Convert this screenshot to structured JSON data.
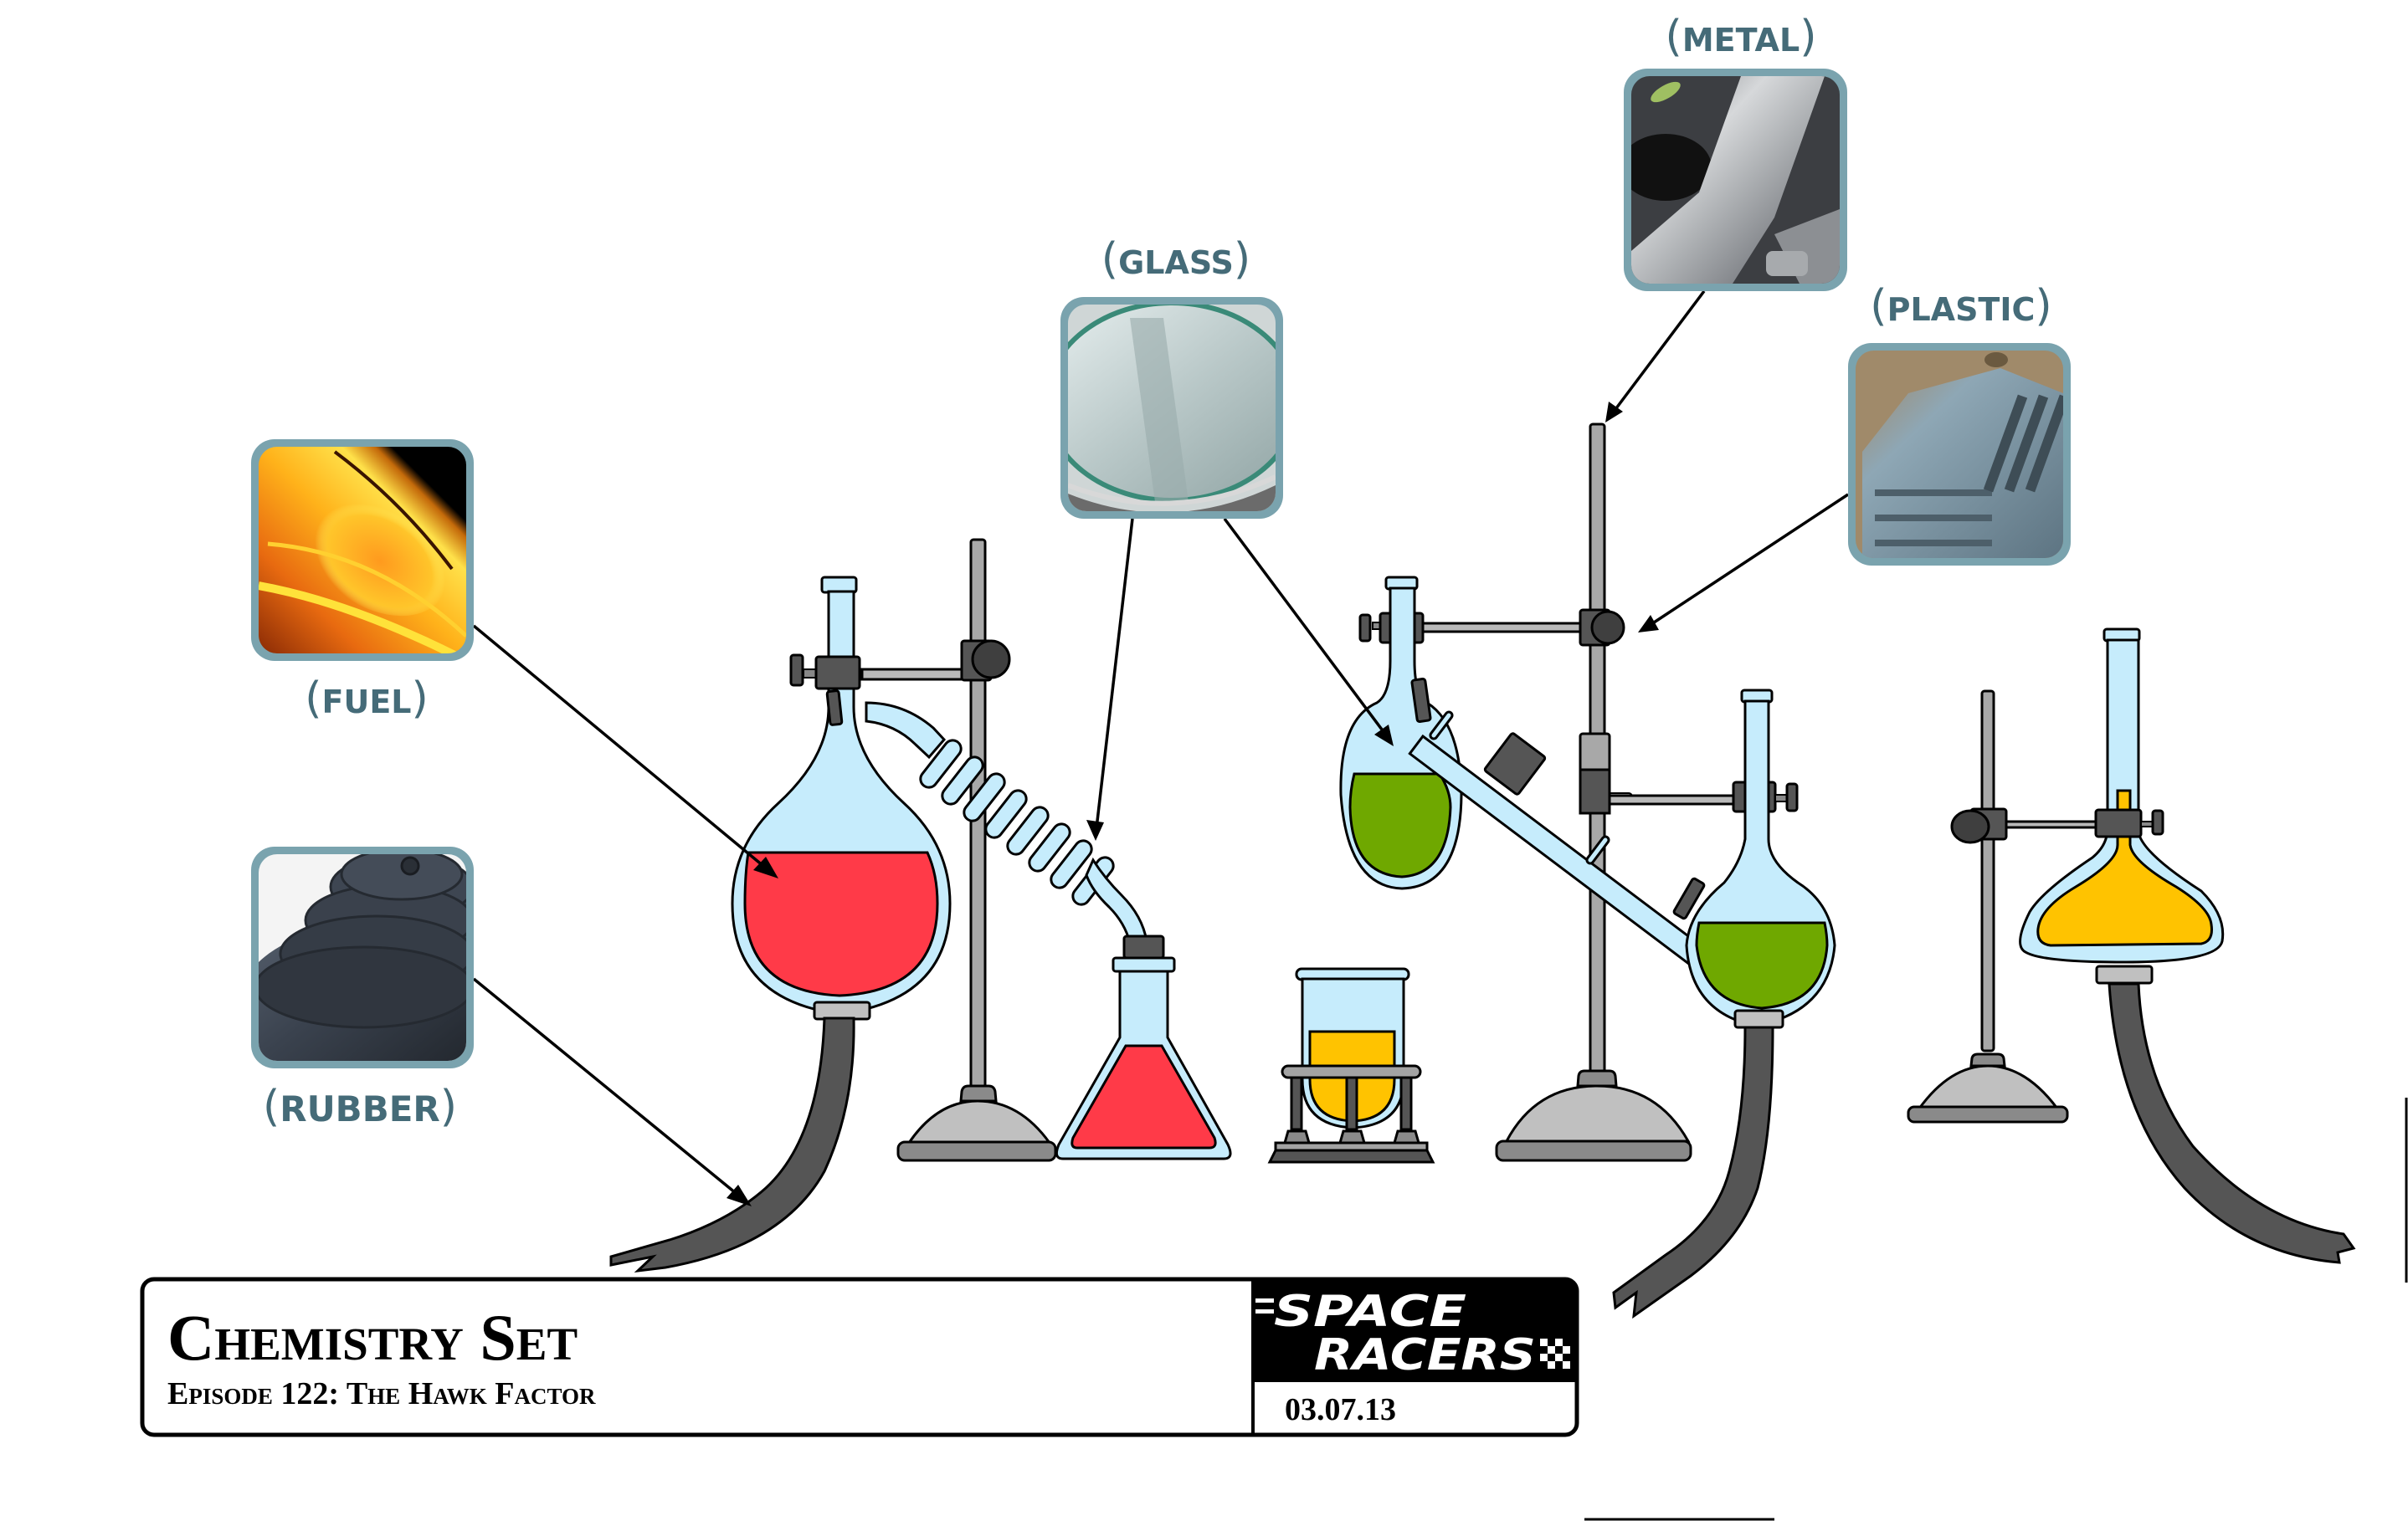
{
  "colors": {
    "label": "#456b78",
    "frame": "#7aa3ae",
    "glass": "#c6ecfc",
    "liquid_red": "#ff3a48",
    "liquid_green": "#6fa800",
    "liquid_yellow": "#ffc300",
    "metal_dark": "#555555",
    "metal_light": "#c0c0c0"
  },
  "callouts": [
    {
      "id": "fuel",
      "open": "(",
      "text": "FUEL",
      "close": ")",
      "photo": "fractal-fire-image"
    },
    {
      "id": "rubber",
      "open": "(",
      "text": "RUBBER",
      "close": ")",
      "photo": "rubber-boot-image"
    },
    {
      "id": "glass",
      "open": "(",
      "text": "GLASS",
      "close": ")",
      "photo": "glass-lens-image"
    },
    {
      "id": "metal",
      "open": "(",
      "text": "METAL",
      "close": ")",
      "photo": "metal-tube-image"
    },
    {
      "id": "plastic",
      "open": "(",
      "text": "PLASTIC",
      "close": ")",
      "photo": "plastic-grille-image"
    }
  ],
  "title_block": {
    "title": "Chemistry Set",
    "subtitle": "Episode 122: The Hawk Factor",
    "logo_line1": "SPACE",
    "logo_line2": "RACERS",
    "date": "03.07.13"
  }
}
